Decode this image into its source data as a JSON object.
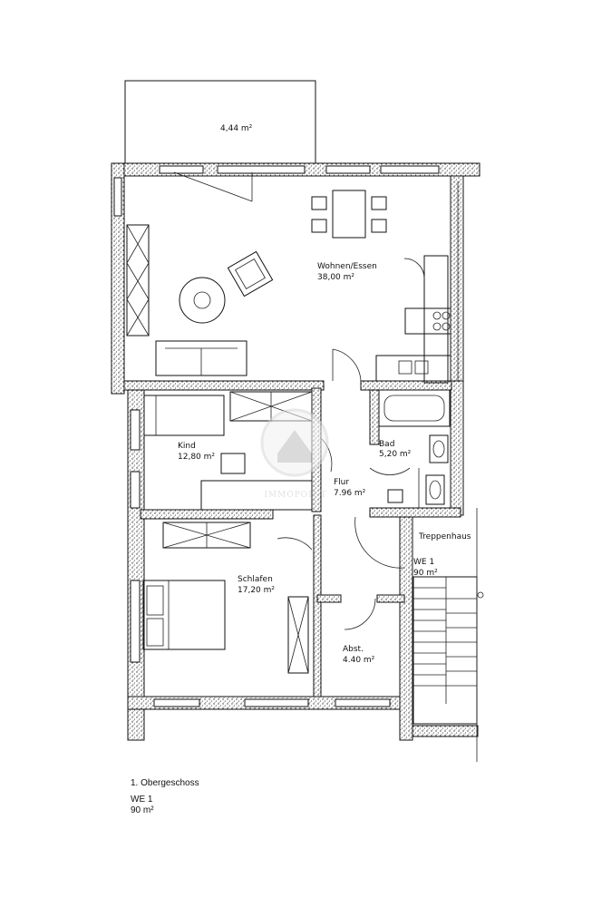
{
  "plan": {
    "balcony_area": "4,44 m²",
    "watermark": "IMMOPOINT",
    "rooms": {
      "wohnen": {
        "name": "Wohnen/Essen",
        "area": "38,00 m²"
      },
      "kind": {
        "name": "Kind",
        "area": "12,80 m²"
      },
      "bad": {
        "name": "Bad",
        "area": "5,20 m²"
      },
      "flur": {
        "name": "Flur",
        "area": "7.96 m²"
      },
      "schlafen": {
        "name": "Schlafen",
        "area": "17,20 m²"
      },
      "abst": {
        "name": "Abst.",
        "area": "4.40 m²"
      },
      "treppenhaus": {
        "name": "Treppenhaus"
      },
      "unit": {
        "name": "WE  1",
        "area": "90 m²"
      }
    }
  },
  "caption": {
    "floor": "1. Obergeschoss",
    "unit": "WE  1",
    "area": "90 m²"
  }
}
